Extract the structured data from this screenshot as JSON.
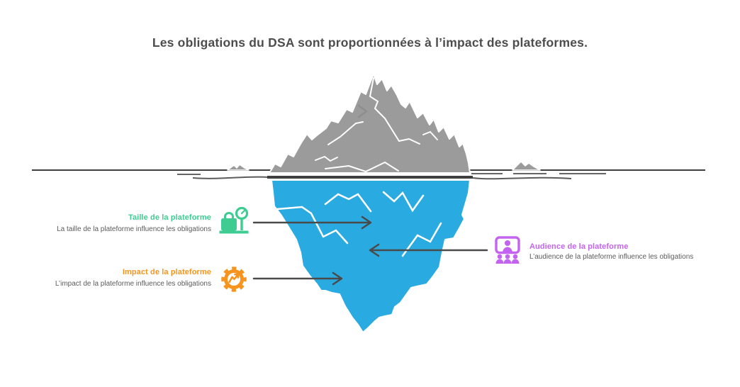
{
  "header": {
    "title": "Les obligations du DSA sont proportionnées à l’impact des plateformes."
  },
  "labels": [
    {
      "id": "taille",
      "title": "Taille de la plateforme",
      "subtitle": "La taille de la plateforme influence les obligations",
      "icon": "scale-icon",
      "accent": "#3ecc92"
    },
    {
      "id": "impact",
      "title": "Impact de la plateforme",
      "subtitle": "L’impact de la plateforme influence les obligations",
      "icon": "gear-trend-icon",
      "accent": "#f7941e"
    },
    {
      "id": "audience",
      "title": "Audience de la plateforme",
      "subtitle": "L’audience de la plateforme influence les obligations",
      "icon": "audience-icon",
      "accent": "#c463f0"
    }
  ],
  "diagram": {
    "type": "iceberg",
    "above_water_color": "#9b9b9b",
    "below_water_color": "#29abe2",
    "waterline_color": "#3f3f3f",
    "arrow_color": "#4a4a4a",
    "title_text_color": "#4d4d4d",
    "subtitle_text_color": "#5b5b5b"
  }
}
